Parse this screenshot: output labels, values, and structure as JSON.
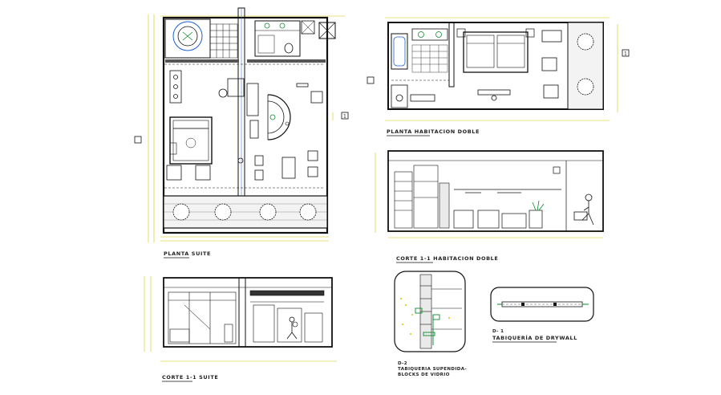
{
  "drawing": {
    "colors": {
      "background": "#ffffff",
      "linework": "#111111",
      "dimension": "#d4c400",
      "fixtures": "#0a8a2a",
      "accent": "#1a5fd0",
      "hatch": "#555555"
    },
    "views": {
      "planta_suite": {
        "title": "PLANTA SUITE",
        "marker": "1"
      },
      "planta_doble": {
        "title": "PLANTA HABITACION DOBLE",
        "marker": "1"
      },
      "corte_doble": {
        "title": "CORTE 1-1 HABITACION DOBLE"
      },
      "corte_suite": {
        "title": "CORTE 1-1 SUITE"
      },
      "detalle_d2": {
        "title_line1": "D-2",
        "title_line2": "TABIQUERIA SUPENDIDA-",
        "title_line3": "BLOCKS DE VIDRIO"
      },
      "detalle_d1": {
        "title_line1": "D- 1",
        "title_line2": "TABIQUERÍA DE DRYWALL"
      }
    }
  }
}
